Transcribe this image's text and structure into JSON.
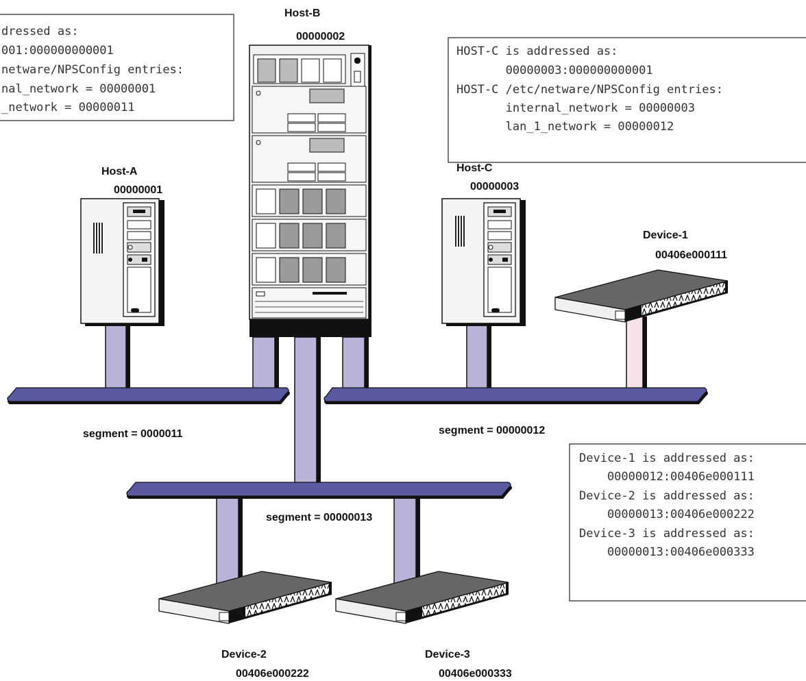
{
  "hosts": {
    "host_a": {
      "name": "Host-A",
      "number": "00000001"
    },
    "host_b": {
      "name": "Host-B",
      "number": "00000002"
    },
    "host_c": {
      "name": "Host-C",
      "number": "00000003"
    }
  },
  "devices": {
    "device_1": {
      "name": "Device-1",
      "address": "00406e000111"
    },
    "device_2": {
      "name": "Device-2",
      "address": "00406e000222"
    },
    "device_3": {
      "name": "Device-3",
      "address": "00406e000333"
    }
  },
  "segments": {
    "seg_11": "segment = 0000011",
    "seg_12": "segment = 00000012",
    "seg_13": "segment = 00000013"
  },
  "notes": {
    "host_a": [
      "dressed as:",
      "001:000000000001",
      "netware/NPSConfig entries:",
      "nal_network = 00000001",
      "_network = 00000011"
    ],
    "host_c": [
      "HOST-C is addressed as:",
      "       00000003:000000000001",
      "HOST-C /etc/netware/NPSConfig entries:",
      "       internal_network = 00000003",
      "       lan_1_network = 00000012"
    ],
    "devices": [
      "Device-1 is addressed as:",
      "    00000012:00406e000111",
      "Device-2 is addressed as:",
      "    00000013:00406e000222",
      "Device-3 is addressed as:",
      "    00000013:00406e000333"
    ]
  },
  "colors": {
    "segment_fill": "#5a5aa3",
    "drop_fill": "#b8b4d8",
    "device1_drop_fill": "#f6e3ea",
    "rack_grey": "#9a9a9a"
  }
}
